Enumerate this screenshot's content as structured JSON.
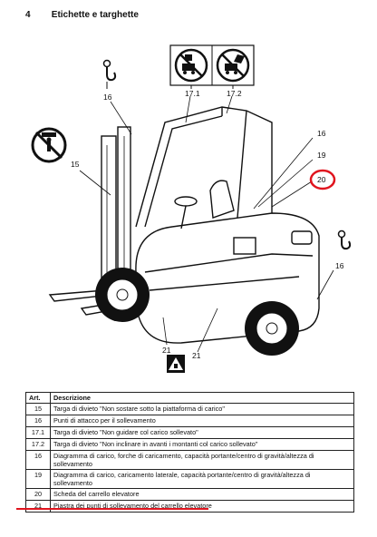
{
  "header": {
    "number": "4",
    "title": "Etichette e targhette"
  },
  "figure": {
    "callouts": [
      "16",
      "17.1",
      "17.2",
      "15",
      "16",
      "19",
      "20",
      "16",
      "21",
      "21"
    ],
    "highlight_color": "#e0141e"
  },
  "table": {
    "columns": [
      "Art.",
      "Descrizione"
    ],
    "rows": [
      {
        "art": "15",
        "desc": "Targa di divieto \"Non sostare sotto la piattaforma di carico\""
      },
      {
        "art": "16",
        "desc": "Punti di attacco per il sollevamento"
      },
      {
        "art": "17.1",
        "desc": "Targa di divieto \"Non guidare col carico sollevato\""
      },
      {
        "art": "17.2",
        "desc": "Targa di divieto \"Non inclinare in avanti i montanti col carico sollevato\""
      },
      {
        "art": "16",
        "desc": "Diagramma di carico, forche di caricamento, capacità portante/centro di gravità/altezza di sollevamento"
      },
      {
        "art": "19",
        "desc": "Diagramma di carico, caricamento laterale, capacità portante/centro di gravità/altezza di sollevamento"
      },
      {
        "art": "20",
        "desc": "Scheda del carrello elevatore"
      },
      {
        "art": "21",
        "desc": "Piastra dei punti di sollevamento del carrello elevatore"
      }
    ]
  }
}
